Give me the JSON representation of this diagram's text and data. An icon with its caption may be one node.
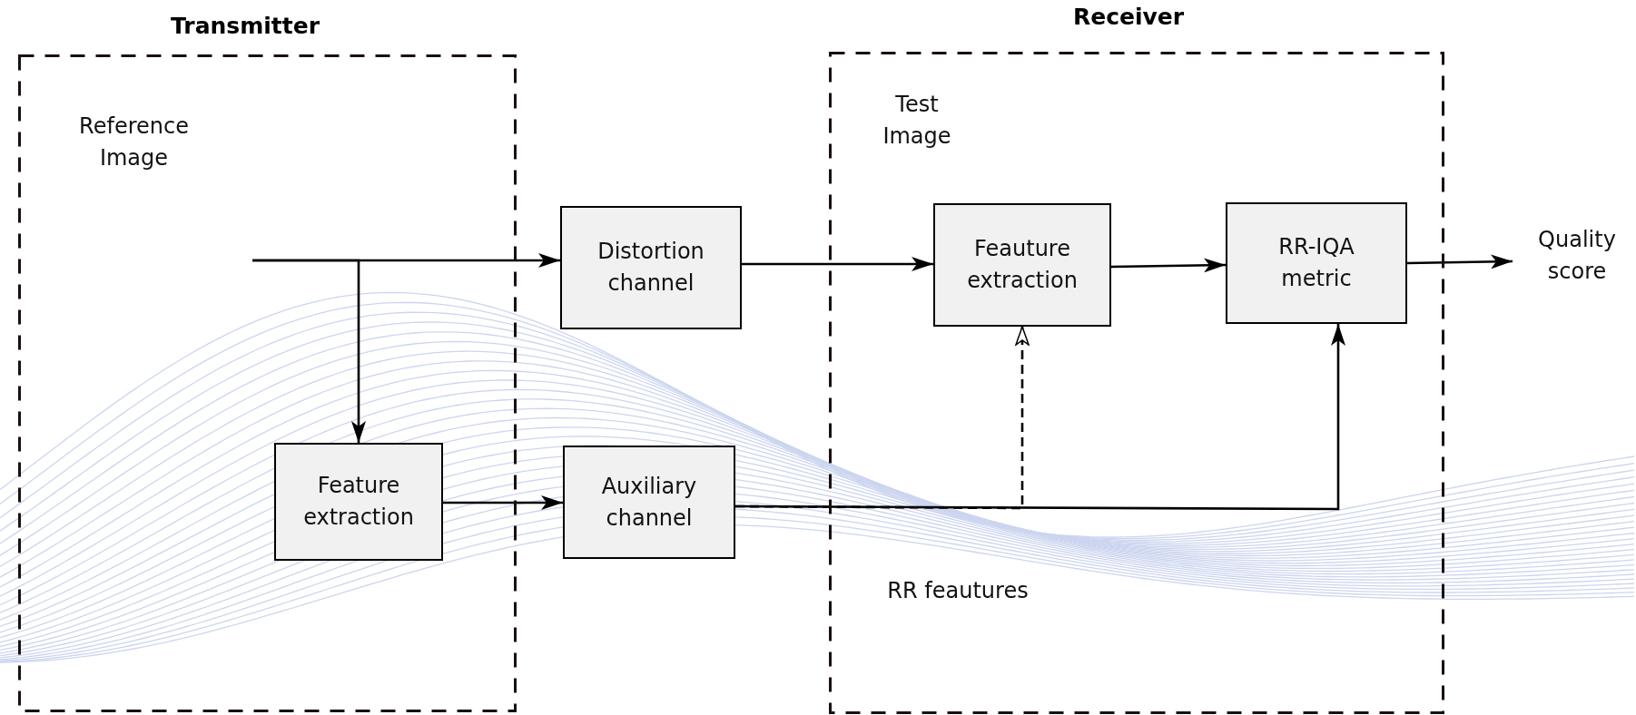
{
  "diagram": {
    "nodes": [
      {
        "text": [
          "Transmitter"
        ]
      },
      {
        "text": [
          "Reference Image"
        ],
        "in": 0
      },
      {
        "text": [
          "Feature extraction"
        ],
        "in": 0
      },
      {
        "text": [
          "Distortion channel"
        ]
      },
      {
        "text": [
          "Auxiliary channel"
        ]
      },
      {
        "text": [
          "Receiver"
        ]
      },
      {
        "text": [
          "Feauture extraction"
        ],
        "in": 5
      },
      {
        "text": [
          "RR-IQA metric"
        ],
        "in": 5
      },
      {
        "text": [
          "Quality score"
        ]
      }
    ],
    "edges": [
      {
        "from": 1,
        "to": 3,
        "arrow": "to"
      },
      {
        "from": 1,
        "to": 2,
        "arrow": "to"
      },
      {
        "from": 2,
        "to": 4,
        "arrow": "to"
      },
      {
        "from": 3,
        "to": 6,
        "arrow": "to"
      },
      {
        "from": 6,
        "to": 7,
        "arrow": "to"
      },
      {
        "from": 7,
        "to": 8,
        "arrow": "to"
      },
      {
        "from": 4,
        "to": 7,
        "arrow": "to"
      },
      {
        "from": 4,
        "to": 6,
        "arrow": "to",
        "style": "dashed"
      }
    ],
    "labels": [
      "Test Image",
      "RR feautures"
    ]
  }
}
